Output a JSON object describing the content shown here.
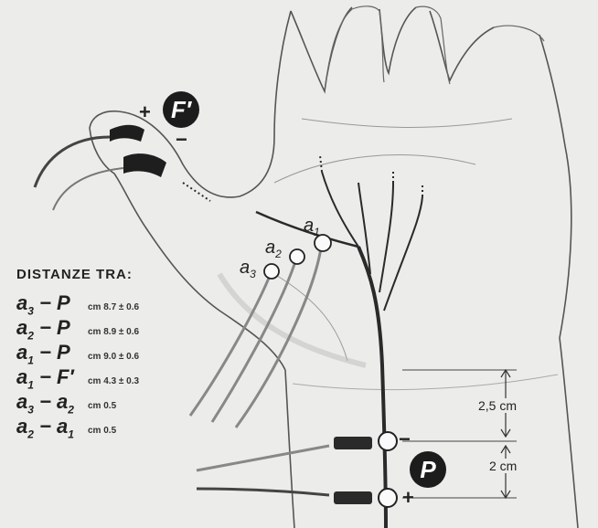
{
  "labels": {
    "F_prime": "F′",
    "P": "P",
    "plus": "+",
    "minus": "−",
    "a1": "a",
    "a1_sub": "1",
    "a2": "a",
    "a2_sub": "2",
    "a3": "a",
    "a3_sub": "3"
  },
  "legend": {
    "title": "DISTANZE TRA:",
    "rows": [
      {
        "a": "a",
        "a_sub": "3",
        "dash": " − ",
        "b": "P",
        "b_sub": "",
        "value": "cm 8.7 ± 0.6"
      },
      {
        "a": "a",
        "a_sub": "2",
        "dash": " − ",
        "b": "P",
        "b_sub": "",
        "value": "cm 8.9 ± 0.6"
      },
      {
        "a": "a",
        "a_sub": "1",
        "dash": " − ",
        "b": "P",
        "b_sub": "",
        "value": "cm 9.0 ± 0.6"
      },
      {
        "a": "a",
        "a_sub": "1",
        "dash": " − ",
        "b": "F′",
        "b_sub": "",
        "value": "cm 4.3 ± 0.3"
      },
      {
        "a": "a",
        "a_sub": "3",
        "dash": " − ",
        "b": "a",
        "b_sub": "2",
        "value": "cm 0.5"
      },
      {
        "a": "a",
        "a_sub": "2",
        "dash": " − ",
        "b": "a",
        "b_sub": "1",
        "value": "cm 0.5"
      }
    ]
  },
  "dimensions": {
    "upper": "2,5 cm",
    "lower": "2 cm"
  }
}
